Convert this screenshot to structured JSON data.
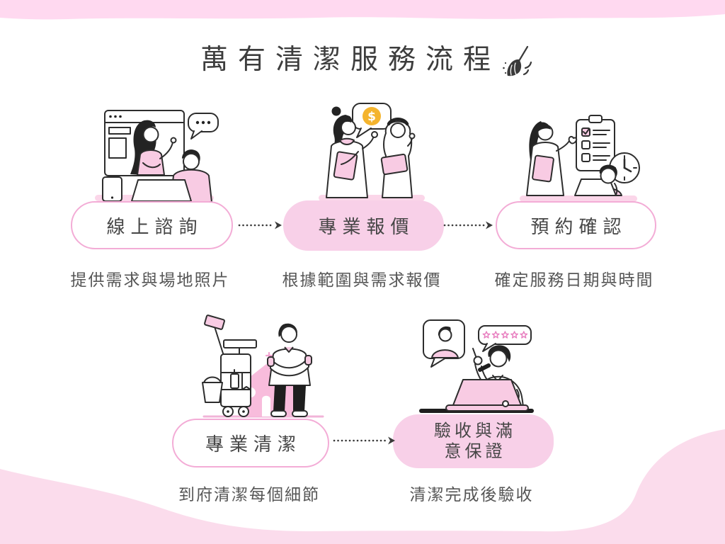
{
  "title": {
    "text": "萬有清潔服務流程",
    "icon": "broom-icon"
  },
  "steps": [
    {
      "id": "online-consultation",
      "label": "線上諮詢",
      "caption": "提供需求與場地照片",
      "pill_style": "outline",
      "illustration": "video-call-consultation-illustration"
    },
    {
      "id": "professional-quote",
      "label": "專業報價",
      "caption": "根據範圍與需求報價",
      "pill_style": "filled",
      "illustration": "price-discussion-illustration"
    },
    {
      "id": "booking-confirmation",
      "label": "預約確認",
      "caption": "確定服務日期與時間",
      "pill_style": "outline",
      "illustration": "schedule-checklist-illustration"
    },
    {
      "id": "professional-cleaning",
      "label": "專業清潔",
      "caption": "到府清潔每個細節",
      "pill_style": "outline",
      "illustration": "cleaning-cart-illustration"
    },
    {
      "id": "acceptance-guarantee",
      "label": "驗收與滿意保證",
      "label_lines": [
        "驗收與滿",
        "意保證"
      ],
      "caption": "清潔完成後驗收",
      "pill_style": "filled",
      "illustration": "customer-review-illustration"
    }
  ],
  "icons": {
    "coin_symbol": "$"
  },
  "colors": {
    "pill_fill": "#f8d0e8",
    "pill_border": "#f3acd6",
    "band_pink": "#ffd9f0",
    "wave_pink": "#fbdcec",
    "illustration_pink": "#f8cbe3",
    "title_text": "#3d3d3d",
    "caption_text": "#565656",
    "coin_gold": "#f4b42e"
  }
}
